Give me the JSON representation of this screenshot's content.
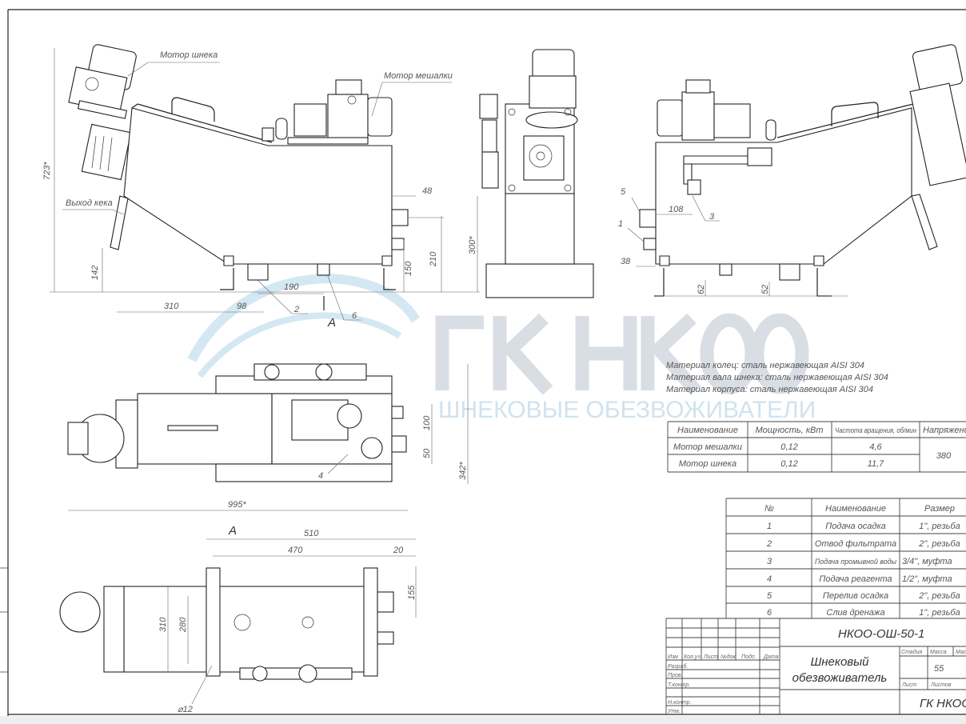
{
  "watermark": {
    "brand": "ГК НКОО",
    "tagline": "ШНЕКОВЫЕ ОБЕЗВОЖИВАТЕЛИ",
    "color": "#d9dee4",
    "accent": "#cfe3ef"
  },
  "side_view": {
    "label_screw_motor": "Мотор шнека",
    "label_mixer_motor": "Мотор мешалки",
    "label_cake_outlet": "Выход кека",
    "dims": {
      "height": "723*",
      "chute": "142",
      "d310": "310",
      "d98": "98",
      "d190": "190",
      "d48": "48",
      "d150": "150",
      "d210": "210"
    },
    "callouts": {
      "c2": "2",
      "c6": "6"
    },
    "section_mark": "A"
  },
  "front_view": {
    "dims": {
      "d300": "300*"
    }
  },
  "rear_view": {
    "dims": {
      "d108": "108",
      "d38": "38",
      "d62": "62",
      "d52": "52"
    },
    "callouts": {
      "c5": "5",
      "c1": "1",
      "c3": "3"
    }
  },
  "top_view": {
    "dims": {
      "d342": "342*",
      "d100": "100",
      "d50": "50",
      "d995": "995*"
    },
    "callouts": {
      "c4": "4"
    }
  },
  "view_a": {
    "title": "A",
    "dims": {
      "d510": "510",
      "d470": "470",
      "d20": "20",
      "d155": "155",
      "d310": "310",
      "d280": "280",
      "d12": "⌀12"
    }
  },
  "notes": [
    "Материал колец: сталь нержавеющая AISI 304",
    "Материал вала шнека: сталь нержавеющая AISI 304",
    "Материал корпуса: сталь нержавеющая AISI 304"
  ],
  "motor_table": {
    "headers": [
      "Наименование",
      "Мощность, кВт",
      "Частота вращения, об/мин",
      "Напряжение"
    ],
    "rows": [
      [
        "Мотор мешалки",
        "0,12",
        "4,6"
      ],
      [
        "Мотор шнека",
        "0,12",
        "11,7"
      ]
    ],
    "voltage": "380"
  },
  "connections_table": {
    "headers": [
      "№",
      "Наименование",
      "Размер"
    ],
    "rows": [
      [
        "1",
        "Подача осадка",
        "1\", резьба"
      ],
      [
        "2",
        "Отвод фильтрата",
        "2\", резьба"
      ],
      [
        "3",
        "Подача промывной воды",
        "3/4\", муфта"
      ],
      [
        "4",
        "Подача реагента",
        "1/2\", муфта"
      ],
      [
        "5",
        "Перелив осадка",
        "2\", резьба"
      ],
      [
        "6",
        "Слив дренажа",
        "1\", резьба"
      ]
    ]
  },
  "title_block": {
    "designation": "НКОО-ОШ-50-1",
    "name_line1": "Шнековый",
    "name_line2": "обезвоживатель",
    "stage_label": "Стадия",
    "mass_label": "Масса",
    "scale_label": "Масштаб",
    "mass_value": "55",
    "sheet_label": "Лист",
    "sheets_label": "Листов",
    "company": "ГК НКОО",
    "stamp_headers": [
      "Изм",
      "Кол.уч",
      "Лист",
      "№док",
      "Подп.",
      "Дата"
    ],
    "roles": [
      "Разраб.",
      "Пров.",
      "Т.контр.",
      "Н.контр.",
      "Утв."
    ]
  }
}
